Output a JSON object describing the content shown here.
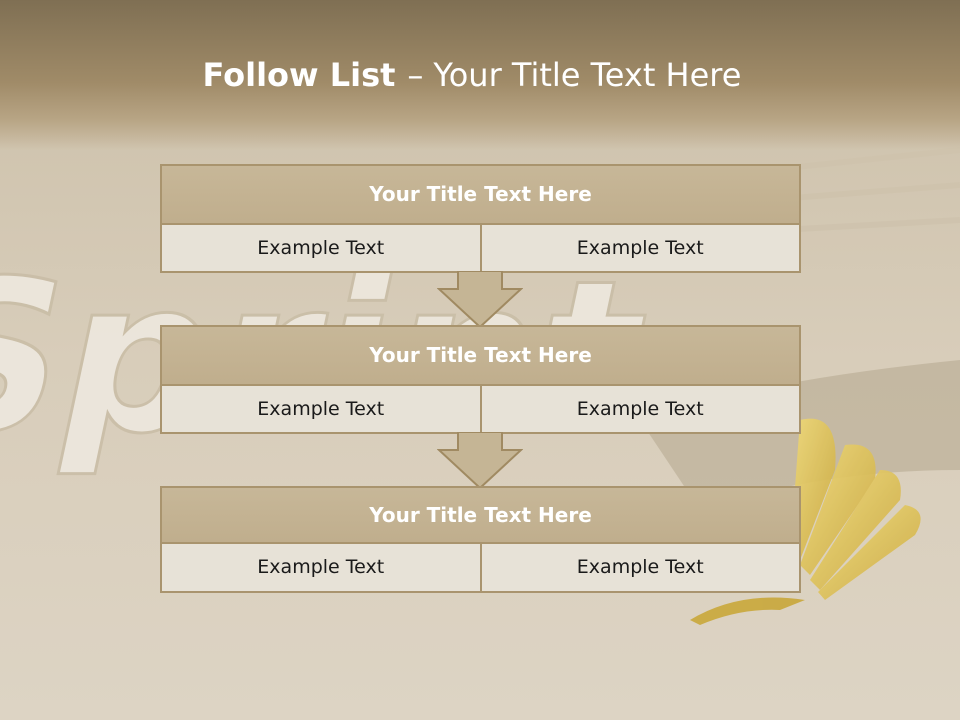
{
  "slide": {
    "title_bold": "Follow List",
    "title_dash": "–",
    "title_rest": "Your Title Text Here"
  },
  "blocks": [
    {
      "title": "Your Title Text Here",
      "cells": [
        "Example Text",
        "Example Text"
      ]
    },
    {
      "title": "Your Title Text Here",
      "cells": [
        "Example Text",
        "Example Text"
      ]
    },
    {
      "title": "Your Title Text Here",
      "cells": [
        "Example Text",
        "Example Text"
      ]
    }
  ],
  "background": {
    "watermark_text": "Sprint",
    "logo_icon": "sprint-fan-logo",
    "colors": {
      "base": "#d6cbb8",
      "header": "#8c7a5b",
      "box_border": "#a9946e",
      "box_title": "#c4b391",
      "cell": "#e7e2d7",
      "logo": "#e7c84c"
    }
  }
}
